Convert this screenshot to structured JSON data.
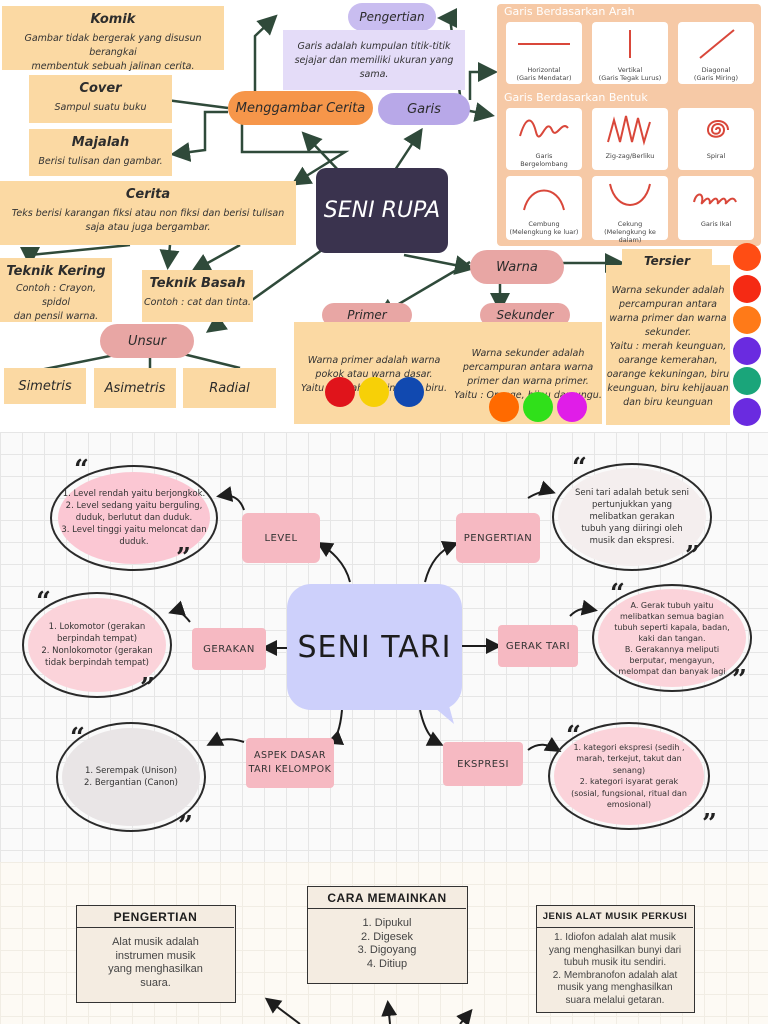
{
  "rupa": {
    "title": "SENI RUPA",
    "komik": {
      "title": "Komik",
      "body": "Gambar tidak bergerak yang disusun berangkai\nmembentuk sebuah jalinan cerita."
    },
    "cover": {
      "title": "Cover",
      "body": "Sampul suatu buku"
    },
    "majalah": {
      "title": "Majalah",
      "body": "Berisi tulisan dan gambar."
    },
    "cerita": {
      "title": "Cerita",
      "body": "Teks berisi karangan fiksi atau non fiksi dan berisi tulisan\nsaja atau juga bergambar."
    },
    "teknik_kering": {
      "title": "Teknik Kering",
      "body": "Contoh : Crayon, spidol\ndan pensil warna."
    },
    "teknik_basah": {
      "title": "Teknik Basah",
      "body": "Contoh : cat dan tinta."
    },
    "unsur": {
      "label": "Unsur",
      "items": [
        "Simetris",
        "Asimetris",
        "Radial"
      ]
    },
    "menggambar_cerita": "Menggambar Cerita",
    "garis": "Garis",
    "pengertian": {
      "label": "Pengertian",
      "body": "Garis adalah kumpulan titik-titik\nsejajar dan memiliki ukuran yang\nsama."
    },
    "garis_panel": {
      "arah_title": "Garis Berdasarkan Arah",
      "bentuk_title": "Garis Berdasarkan Bentuk",
      "arah": [
        "Horizontal\n(Garis Mendatar)",
        "Vertikal\n(Garis Tegak Lurus)",
        "Diagonal\n(Garis Miring)"
      ],
      "bentuk1": [
        "Garis\nBergelombang",
        "Zig-zag/Berliku",
        "Spiral"
      ],
      "bentuk2": [
        "Cembung\n(Melengkung ke luar)",
        "Cekung\n(Melengkung ke dalam)",
        "Garis Ikal"
      ],
      "line_color": "#d9473a"
    },
    "warna": "Warna",
    "primer": {
      "title": "Primer",
      "body": "Warna primer adalah warna\npokok atau warna dasar.\nYaitu : Merah, kuning dan biru.",
      "colors": [
        "#e0141b",
        "#f7d007",
        "#1149b0"
      ]
    },
    "sekunder": {
      "title": "Sekunder",
      "body": "Warna sekunder adalah\npercampuran antara warna\nprimer dan warna primer.\nYaitu : Orange, hijau dan ungu.",
      "colors": [
        "#ff6a00",
        "#30e01a",
        "#e01de8"
      ]
    },
    "tersier": {
      "title": "Tersier",
      "body": "Warna sekunder adalah\npercampuran antara\nwarna primer dan warna\nsekunder.\nYaitu : merah keunguan,\noarange kemerahan,\noarange kekuningan, biru\nkeunguan, biru kehijauan\ndan biru keunguan",
      "colors": [
        "#ff4d14",
        "#f52a14",
        "#ff7a18",
        "#6a2be0",
        "#1aa57a",
        "#6a2be0"
      ]
    }
  },
  "tari": {
    "title": "SENI TARI",
    "level": {
      "label": "LEVEL",
      "body": "1. Level rendah yaitu berjongkok.\n2. Level sedang yaitu berguling,\nduduk, berlutut dan duduk.\n3. Level tinggi yaitu meloncat dan\nduduk."
    },
    "pengertian": {
      "label": "PENGERTIAN",
      "body": "Seni tari adalah betuk seni\npertunjukkan yang\nmelibatkan gerakan\ntubuh yang diiringi oleh\nmusik dan ekspresi."
    },
    "gerakan": {
      "label": "GERAKAN",
      "body": "1. Lokomotor (gerakan\nberpindah tempat)\n2. Nonlokomotor (gerakan\ntidak berpindah tempat)"
    },
    "gerak_tari": {
      "label": "GERAK TARI",
      "body": "A. Gerak tubuh yaitu\nmelibatkan semua bagian\ntubuh seperti kapala, badan,\nkaki dan tangan.\nB. Gerakannya meliputi\nberputar, mengayun,\nmelompat dan banyak lagi"
    },
    "aspek": {
      "label": "ASPEK DASAR\nTARI KELOMPOK",
      "body": "1. Serempak (Unison)\n2. Bergantian (Canon)"
    },
    "ekspresi": {
      "label": "EKSPRESI",
      "body": "1. kategori ekspresi (sedih ,\nmarah, terkejut, takut dan\nsenang)\n2. kategori isyarat gerak\n(sosial, fungsional, ritual dan\nemosional)"
    }
  },
  "musik": {
    "pengertian": {
      "title": "PENGERTIAN",
      "body": "Alat musik adalah\ninstrumen musik\nyang menghasilkan\nsuara."
    },
    "cara": {
      "title": "CARA MEMAINKAN",
      "body": "1. Dipukul\n2. Digesek\n3. Digoyang\n4. Ditiup"
    },
    "jenis": {
      "title": "JENIS ALAT MUSIK PERKUSI",
      "body": "1. Idiofon adalah alat musik\nyang menghasilkan bunyi dari\ntubuh musik itu sendiri.\n2. Membranofon adalah alat\nmusik yang menghasilkan\nsuara melalui getaran."
    }
  }
}
